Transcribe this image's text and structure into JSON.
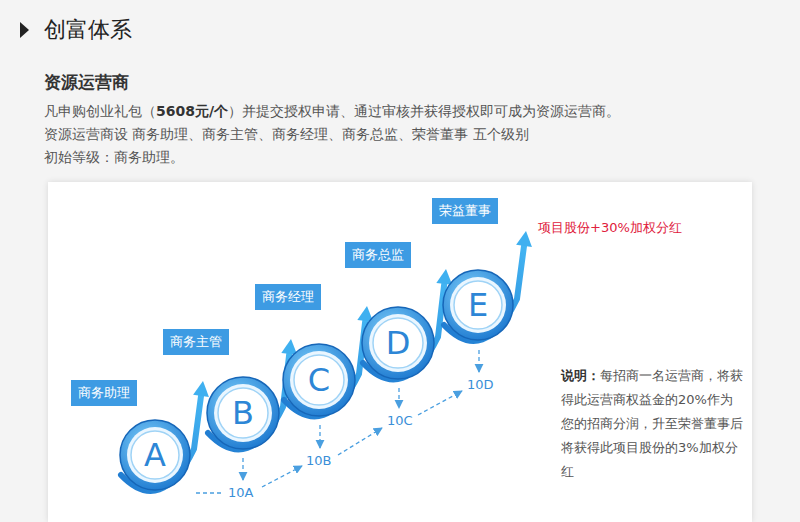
{
  "diagram": {
    "title": "创富体系",
    "nodes": [
      {
        "text": [
          "商务助理"
        ]
      },
      {
        "text": [
          "A"
        ]
      },
      {
        "text": [
          "商务主管"
        ]
      },
      {
        "text": [
          "B"
        ]
      },
      {
        "text": [
          "商务经理"
        ]
      },
      {
        "text": [
          "C"
        ]
      },
      {
        "text": [
          "商务总监"
        ]
      },
      {
        "text": [
          "D"
        ]
      },
      {
        "text": [
          "荣益董事"
        ]
      },
      {
        "text": [
          "E"
        ]
      }
    ],
    "labels": [
      "资源运营商",
      "凡申购创业礼包（",
      "5608元/个",
      "）并提交授权申请、通过审核并获得授权即可成为资源运营商。",
      "资源运营商设 商务助理、商务主管、商务经理、商务总监、荣誉董事 五个级别",
      "初始等级：商务助理。",
      "10A",
      "10B",
      "10C",
      "10D",
      "项目股份+30%加权分红",
      "说明：",
      "每招商一名运营商，将获得此运营商权益金的20%作为您的招商分润，升至荣誉董事后将获得此项目股份的3%加权分红"
    ]
  }
}
